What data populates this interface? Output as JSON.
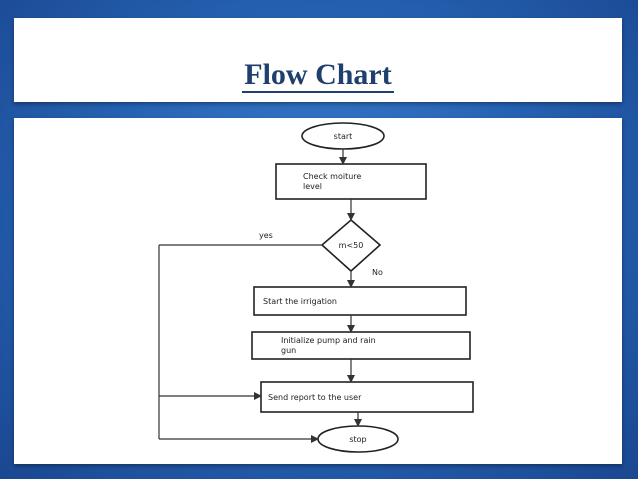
{
  "title": "Flow Chart",
  "flowchart": {
    "start": "start",
    "check_line1": "Check  moiture",
    "check_line2": "level",
    "condition": "m<50",
    "yes": "yes",
    "no": "No",
    "start_irrigation": "Start the irrigation",
    "init_line1": "Initialize pump  and rain",
    "init_line2": "gun",
    "send_report": "Send report  to the user",
    "stop": "stop"
  }
}
